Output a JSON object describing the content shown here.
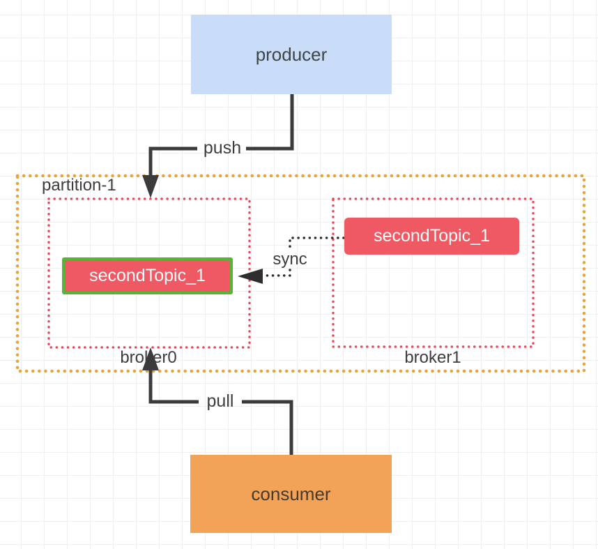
{
  "diagram": {
    "nodes": {
      "producer": {
        "label": "producer"
      },
      "consumer": {
        "label": "consumer"
      },
      "partition": {
        "label": "partition-1"
      },
      "broker0": {
        "label": "broker0"
      },
      "broker1": {
        "label": "broker1"
      },
      "topic_leader": {
        "label": "secondTopic_1"
      },
      "topic_follower": {
        "label": "secondTopic_1"
      }
    },
    "edges": {
      "push": {
        "label": "push",
        "from": "producer",
        "to": "broker0"
      },
      "pull": {
        "label": "pull",
        "from": "consumer",
        "to": "broker0"
      },
      "sync": {
        "label": "sync",
        "from": "topic_follower",
        "to": "topic_leader"
      }
    }
  },
  "colors": {
    "canvas_bg": "#ffffff",
    "grid_line": "#efefef",
    "producer_fill": "#c9ddf8",
    "consumer_fill": "#f2a358",
    "topic_fill": "#ef5964",
    "topic_text": "#ffffff",
    "topic_leader_border": "#58b534",
    "partition_border": "#e8a33d",
    "broker_border": "#e7495a",
    "arrow": "#3b3b3b",
    "label_text": "#3d3d3d"
  }
}
